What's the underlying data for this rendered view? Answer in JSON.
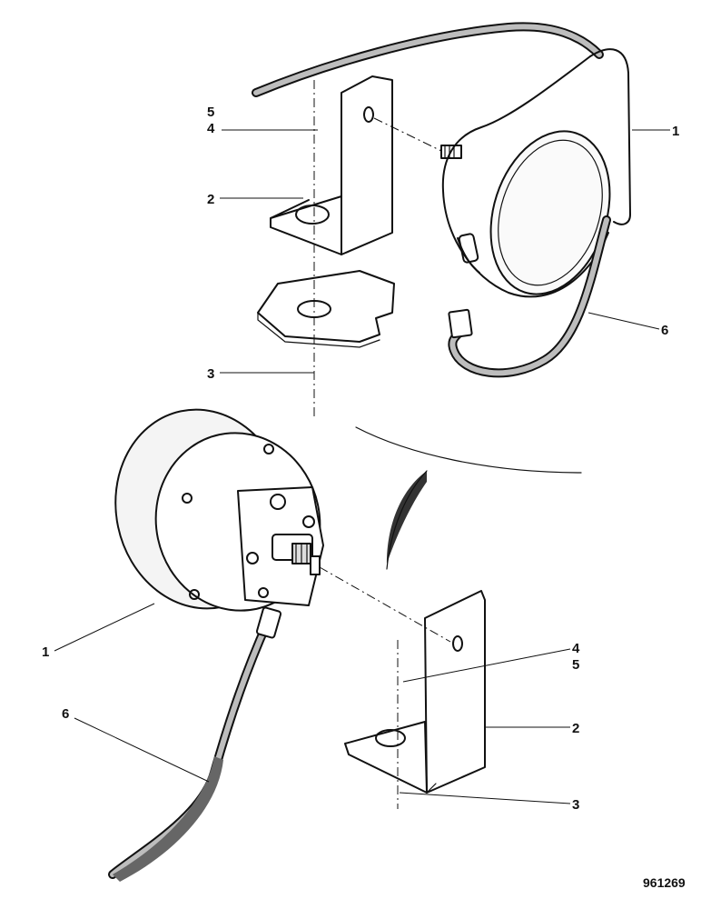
{
  "callouts": {
    "top_part_1": "1",
    "top_part_2": "2",
    "top_part_3": "3",
    "top_part_4": "4",
    "top_part_5": "5",
    "top_part_6": "6",
    "bottom_part_1": "1",
    "bottom_part_2": "2",
    "bottom_part_3": "3",
    "bottom_part_4": "4",
    "bottom_part_5": "5",
    "bottom_part_6": "6"
  },
  "drawing_number": "961269"
}
